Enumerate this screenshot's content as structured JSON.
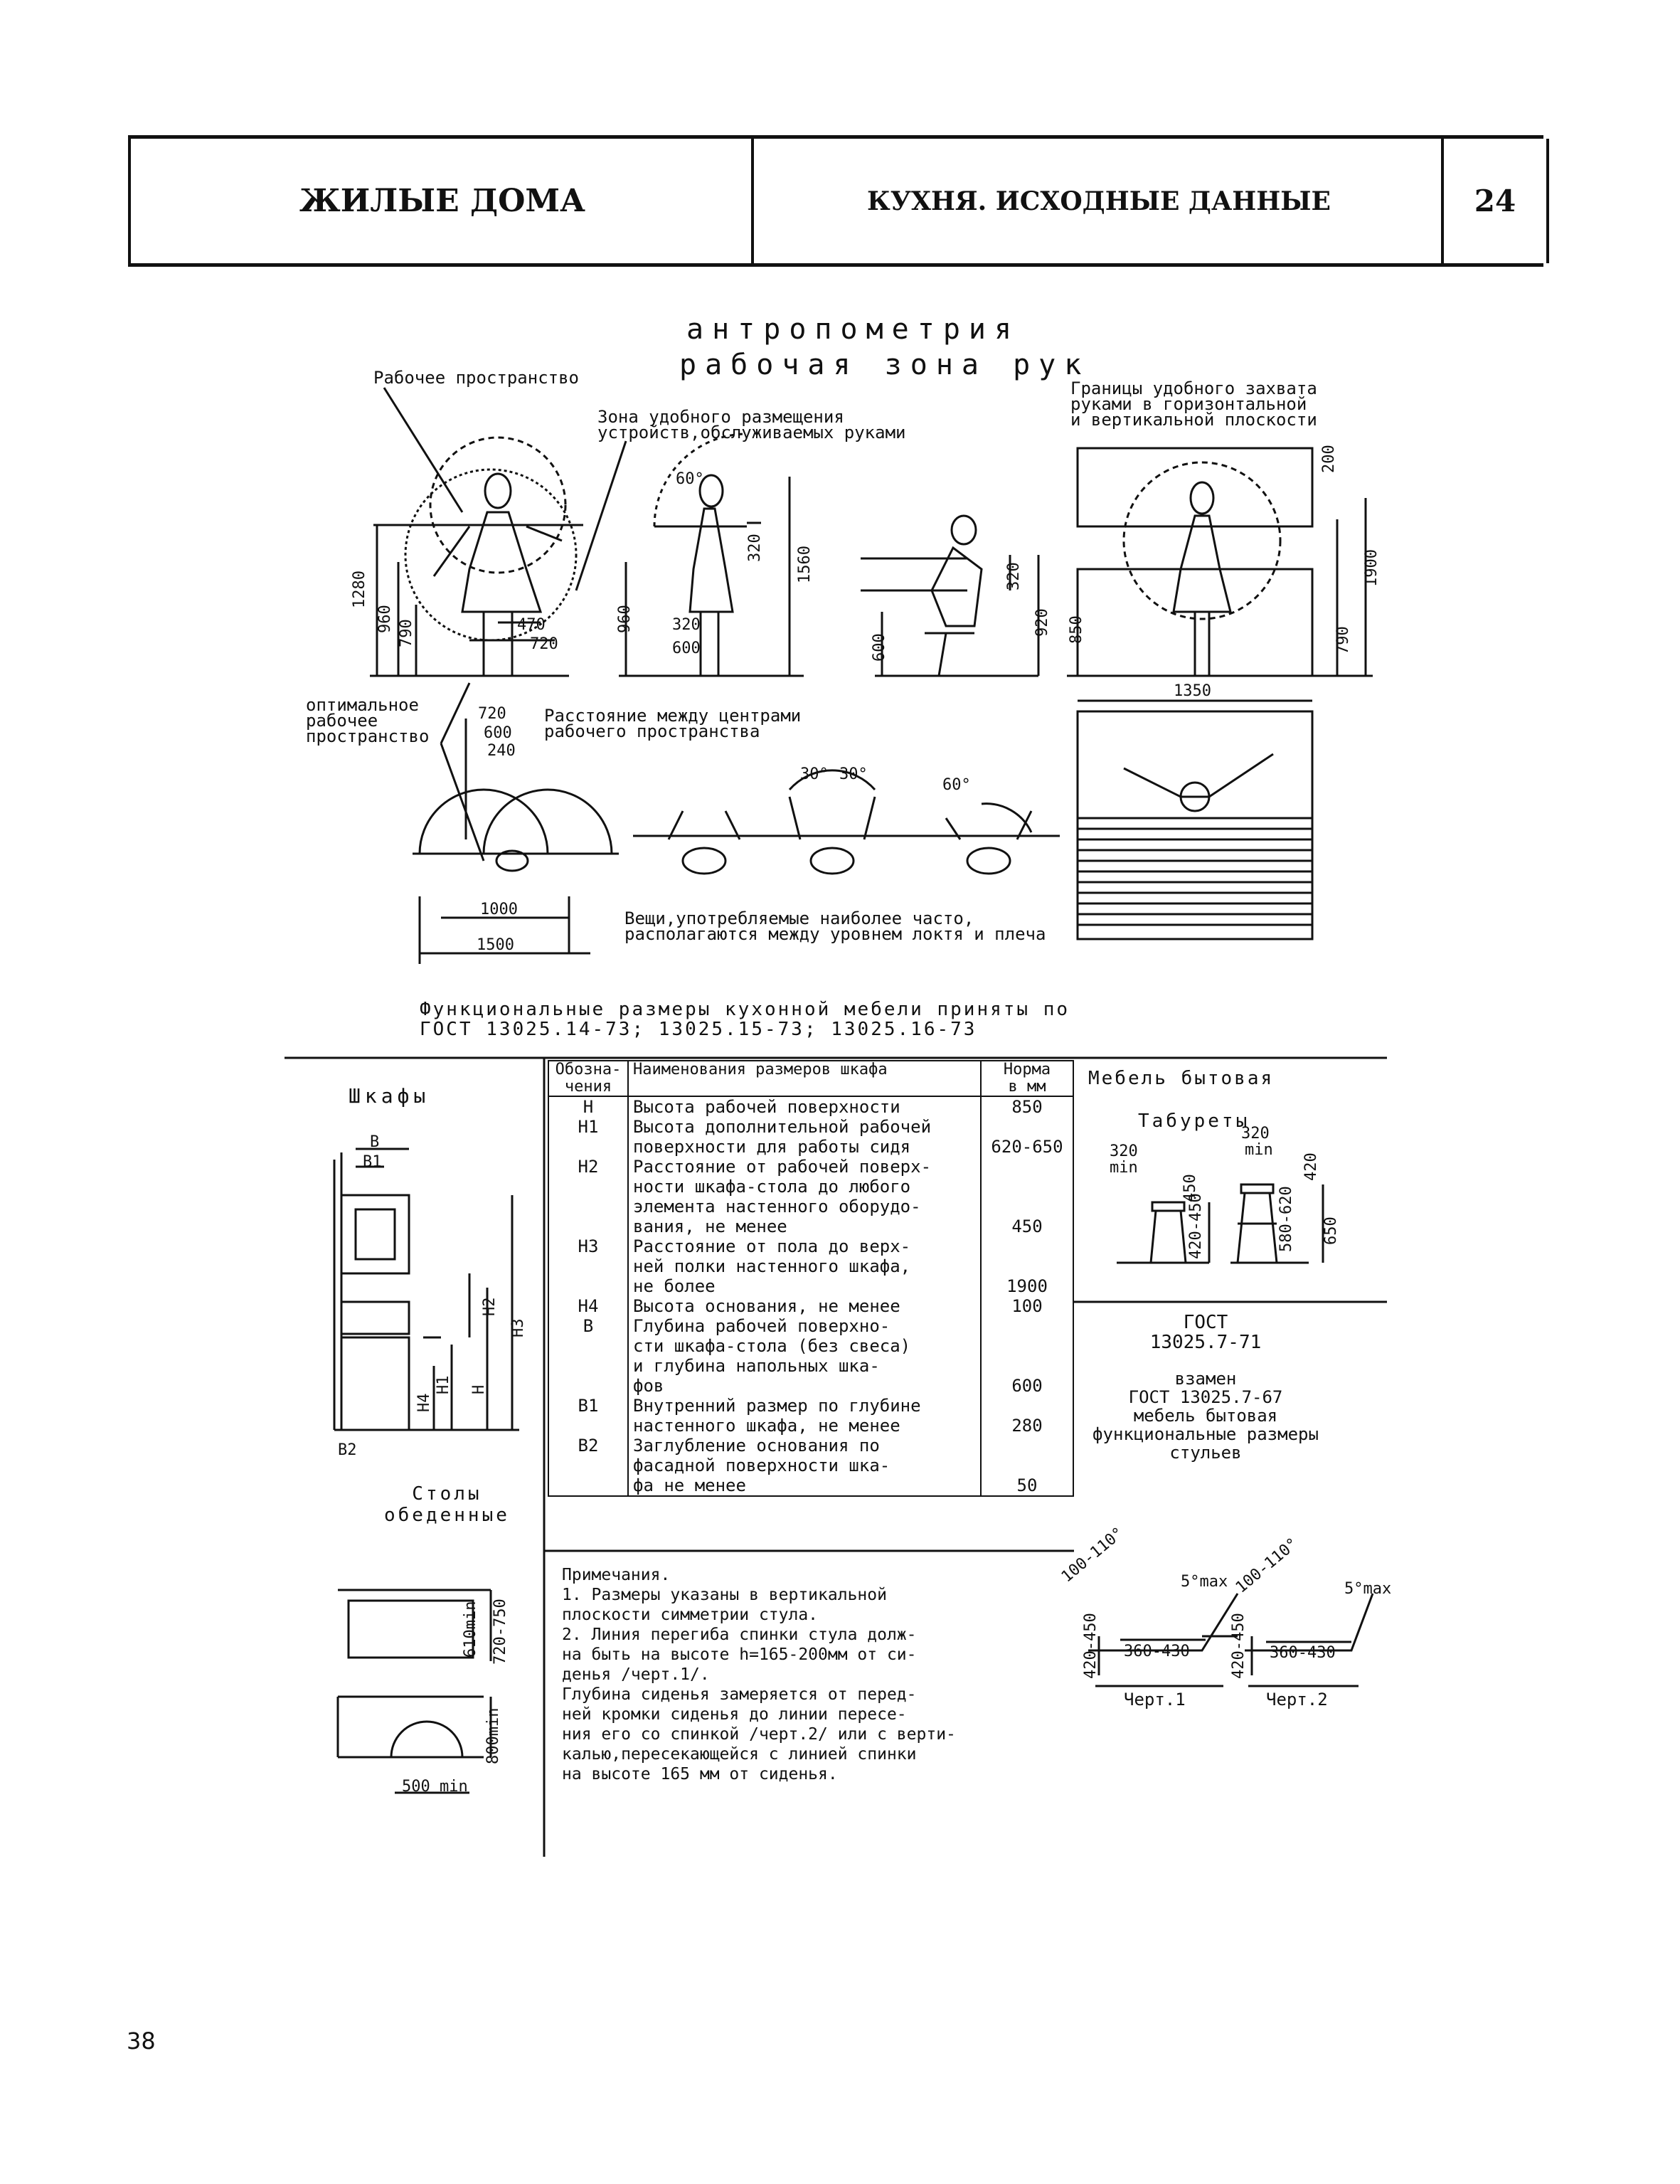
{
  "header": {
    "section": "ЖИЛЫЕ ДОМА",
    "topic": "КУХНЯ. ИСХОДНЫЕ ДАННЫЕ",
    "sheet": "24"
  },
  "anthropometry": {
    "title1": "антропометрия",
    "title2": "рабочая зона рук",
    "work_space": "Рабочее пространство",
    "comfort_zone": "Зона удобного размещения\nустройств,обслуживаемых руками",
    "grip_bounds": "Границы удобного захвата\nруками в горизонтальной\nи вертикальной плоскости",
    "optimal_space": "оптимальное\nрабочее\nпространство",
    "center_distance": "Расстояние между центрами\nрабочего пространства",
    "things_note": "Вещи,употребляемые наиболее часто,\nрасполагаются между уровнем локтя и плеча",
    "dims": {
      "d1280": "1280",
      "d960a": "960",
      "d790a": "790",
      "d470": "470",
      "d720a": "720",
      "d960b": "960",
      "d320a": "320",
      "d600a": "600",
      "d320b": "320",
      "d1560": "1560",
      "d600b": "600",
      "d320c": "320",
      "d920": "920",
      "d850": "850",
      "d200": "200",
      "d1900": "1900",
      "d790b": "790",
      "d1350": "1350",
      "d720b": "720",
      "d600c": "600",
      "d240": "240",
      "d1000": "1000",
      "d1500": "1500",
      "a60a": "60°",
      "a30a": "30°",
      "a30b": "30°",
      "a60b": "60°"
    }
  },
  "functional_note": "Функциональные размеры кухонной мебели приняты по\nГОСТ 13025.14-73; 13025.15-73; 13025.16-73",
  "cabinets": {
    "title": "Шкафы",
    "labels": {
      "B": "B",
      "B1": "B1",
      "H": "H",
      "H1": "H1",
      "H2": "H2",
      "H3": "H3",
      "H4": "H4",
      "B2": "B2"
    }
  },
  "table": {
    "headers": [
      "Обозна-\nчения",
      "Наименования размеров шкафа",
      "Норма\nв мм"
    ],
    "rows": [
      {
        "code": "H",
        "name": "Высота рабочей поверхности",
        "value": "850"
      },
      {
        "code": "H1",
        "name": "Высота дополнительной рабочей\nповерхности для работы сидя",
        "value": "620-650"
      },
      {
        "code": "H2",
        "name": "Расстояние от рабочей поверх-\nности шкафа-стола до любого\nэлемента настенного оборудо-\nвания, не менее",
        "value": "450"
      },
      {
        "code": "H3",
        "name": "Расстояние от пола до верх-\nней полки настенного шкафа,\nне более",
        "value": "1900"
      },
      {
        "code": "H4",
        "name": "Высота основания, не менее",
        "value": "100"
      },
      {
        "code": "B",
        "name": "Глубина рабочей поверхно-\nсти шкафа-стола (без свеса)\nи глубина напольных шка-\nфов",
        "value": "600"
      },
      {
        "code": "B1",
        "name": "Внутренний размер по глубине\nнастенного шкафа, не менее",
        "value": "280"
      },
      {
        "code": "B2",
        "name": "Заглубление основания по\nфасадной поверхности шка-\nфа не менее",
        "value": "50"
      }
    ]
  },
  "household": {
    "title": "Мебель бытовая",
    "stools": "Табуреты",
    "stool_dims": {
      "w320a": "320",
      "min_a": "min",
      "h450": "450",
      "h420_450": "420-450",
      "w320b": "320",
      "min_b": "min",
      "h420": "420",
      "h580_620": "580-620",
      "h650": "650"
    },
    "gost_title": "ГОСТ\n13025.7-71",
    "gost_replace": "взамен\nГОСТ 13025.7-67\nмебель бытовая\nфункциональные размеры\nстульев",
    "chair_dims": {
      "ang1": "100-110°",
      "max1": "5°max",
      "ang2": "100-110°",
      "max2": "5°max",
      "h1": "420-450",
      "d1": "360-430",
      "h2": "420-450",
      "d2": "360-430"
    },
    "fig1": "Черт.1",
    "fig2": "Черт.2"
  },
  "tables": {
    "title": "Столы\nобеденные",
    "d610": "610min",
    "d720_750": "720-750",
    "d800": "800min",
    "d500": "500 min"
  },
  "notes": [
    "Примечания.",
    "1. Размеры указаны в вертикальной",
    "плоскости симметрии стула.",
    "2. Линия перегиба спинки стула долж-",
    "на быть на высоте h=165-200мм от си-",
    "денья /черт.1/.",
    "Глубина сиденья замеряется от перед-",
    "ней кромки сиденья до линии пересе-",
    "ния его со спинкой /черт.2/ или с верти-",
    "калью,пересекающейся с линией спинки",
    "на высоте 165 мм от сиденья."
  ],
  "page_number": "38"
}
